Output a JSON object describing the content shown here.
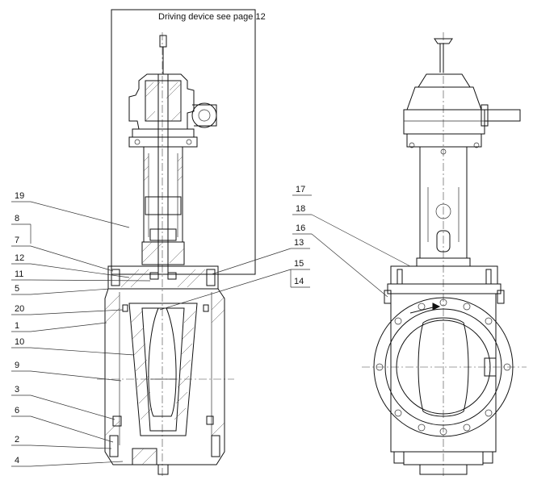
{
  "note": "Driving device see page 12",
  "left_labels": [
    {
      "id": "19",
      "text": "19"
    },
    {
      "id": "8",
      "text": "8"
    },
    {
      "id": "7",
      "text": "7"
    },
    {
      "id": "12",
      "text": "12"
    },
    {
      "id": "11",
      "text": "11"
    },
    {
      "id": "5",
      "text": "5"
    },
    {
      "id": "20",
      "text": "20"
    },
    {
      "id": "1",
      "text": "1"
    },
    {
      "id": "10",
      "text": "10"
    },
    {
      "id": "9",
      "text": "9"
    },
    {
      "id": "3",
      "text": "3"
    },
    {
      "id": "6",
      "text": "6"
    },
    {
      "id": "2",
      "text": "2"
    },
    {
      "id": "4",
      "text": "4"
    }
  ],
  "mid_labels": [
    {
      "id": "13",
      "text": "13"
    },
    {
      "id": "15",
      "text": "15"
    },
    {
      "id": "14",
      "text": "14"
    }
  ],
  "right_labels": [
    {
      "id": "17",
      "text": "17"
    },
    {
      "id": "18",
      "text": "18"
    },
    {
      "id": "16",
      "text": "16"
    }
  ]
}
